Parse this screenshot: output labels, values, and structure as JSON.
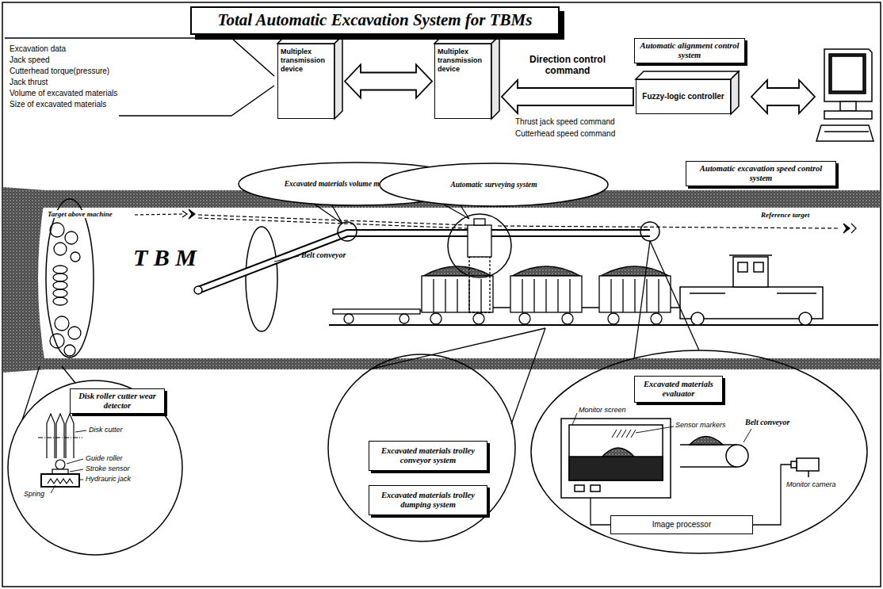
{
  "diagram": {
    "title": "Total Automatic Excavation System for TBMs",
    "nodes": [
      {
        "text": [
          "Multiplex transmission device"
        ]
      },
      {
        "text": [
          "Multiplex transmission device"
        ]
      },
      {
        "text": [
          "Automatic alignment control system"
        ]
      },
      {
        "text": [
          "Fuzzy-logic controller"
        ]
      },
      {
        "text": [
          "Automatic excavation speed control system"
        ]
      },
      {
        "text": [
          "Excavated materials volume measuring system"
        ]
      },
      {
        "text": [
          "Automatic surveying system"
        ]
      },
      {
        "text": [
          "Disk roller cutter wear detector"
        ]
      },
      {
        "text": [
          "Excavated materials trolley conveyor system"
        ]
      },
      {
        "text": [
          "Excavated materials trolley dumping system"
        ]
      },
      {
        "text": [
          "Excavated materials evaluator"
        ]
      },
      {
        "text": [
          "Image processor"
        ]
      }
    ],
    "edges": [
      {
        "from": 0,
        "to": 1,
        "arrow": "both"
      },
      {
        "from": 3,
        "to": 1,
        "label": "Direction control command",
        "arrow": "to"
      }
    ],
    "labels": [
      "Excavation data",
      "Jack speed",
      "Cutterhead torque(pressure)",
      "Jack thrust",
      "Volume of excavated materials",
      "Size of excavated materials",
      "Thrust jack speed command",
      "Cutterhead speed command",
      "Target above machine",
      "T B M",
      "Belt conveyor",
      "Reference target",
      "Disk cutter",
      "Guide roller",
      "Stroke sensor",
      "Hydrauric jack",
      "Spring",
      "Monitor screen",
      "Sensor markers",
      "Belt conveyor",
      "Monitor camera"
    ]
  }
}
